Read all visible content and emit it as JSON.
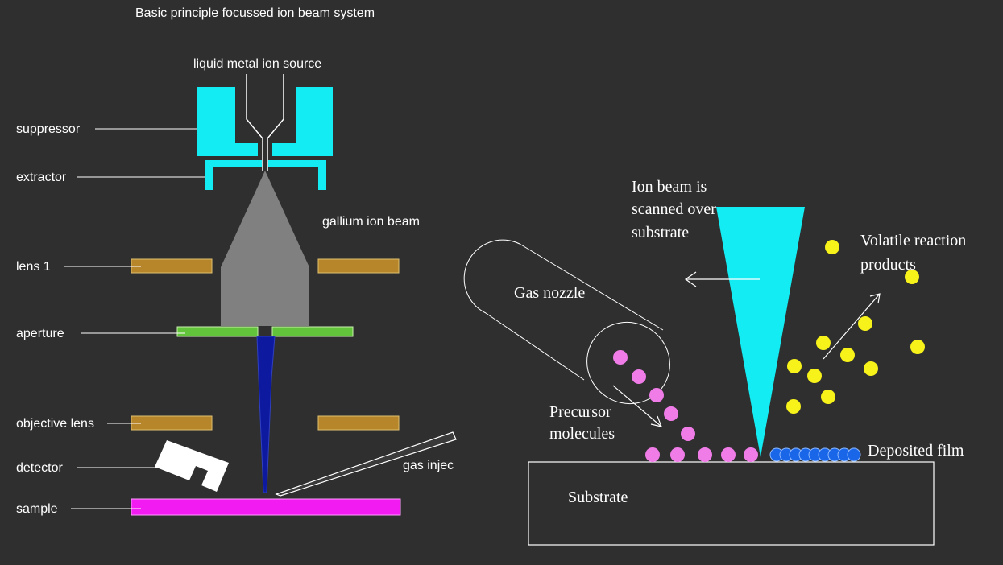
{
  "fib": {
    "title": "Basic principle focussed ion beam system",
    "source_label": "liquid metal ion source",
    "beam_label": "gallium ion beam",
    "gas_label": "gas injec",
    "labels": [
      {
        "key": "suppressor",
        "text": "suppressor"
      },
      {
        "key": "extractor",
        "text": "extractor"
      },
      {
        "key": "lens1",
        "text": "lens 1"
      },
      {
        "key": "aperture",
        "text": "aperture"
      },
      {
        "key": "objective",
        "text": "objective lens"
      },
      {
        "key": "detector",
        "text": "detector"
      },
      {
        "key": "sample",
        "text": "sample"
      }
    ]
  },
  "deposition": {
    "scan_label": [
      "Ion beam is",
      "scanned over",
      "substrate"
    ],
    "volatile_label": [
      "Volatile reaction",
      "products"
    ],
    "nozzle_label": "Gas nozzle",
    "precursor_label": [
      "Precursor",
      "molecules"
    ],
    "film_label": "Deposited film",
    "substrate_label": "Substrate"
  },
  "colors": {
    "background": "#2f2f2f",
    "cyan": "#13ecf2",
    "lens_gold": "#b8862a",
    "aperture_green": "#62c43a",
    "beam_grey": "#808080",
    "focused_beam": "#0d1aa0",
    "sample_magenta": "#f21bf2",
    "precursor_pink": "#f07ce8",
    "volatile_yellow": "#f7f31a",
    "film_blue": "#1a66e8"
  }
}
